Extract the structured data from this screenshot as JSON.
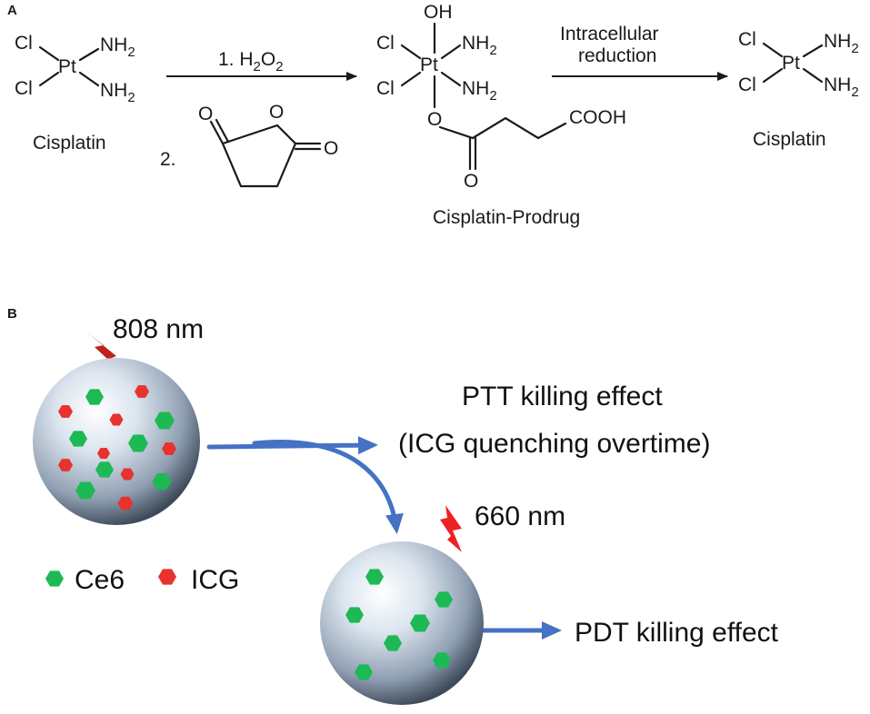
{
  "panel_a": {
    "label": "A",
    "cl": "Cl",
    "pt": "Pt",
    "nh": "NH",
    "sub2": "2",
    "oh": "OH",
    "o": "O",
    "cooh": "COOH",
    "step1_prefix": "1. H",
    "step1_mid": "O",
    "step2": "2.",
    "reduction_line1": "Intracellular",
    "reduction_line2": "reduction",
    "reactant_name": "Cisplatin",
    "intermediate_name": "Cisplatin-Prodrug",
    "product_name": "Cisplatin"
  },
  "panel_b": {
    "label": "B",
    "laser1": "808 nm",
    "laser2": "660 nm",
    "outcome1_line1": "PTT killing effect",
    "outcome1_line2": "(ICG quenching overtime)",
    "outcome2": "PDT killing effect",
    "legend": [
      {
        "label": "Ce6",
        "color": "#1db954"
      },
      {
        "label": "ICG",
        "color": "#e8322d"
      }
    ]
  },
  "colors": {
    "ce6": "#1db954",
    "icg": "#e8322d",
    "arrow": "#4472c4",
    "bolt_dark": "#c0201e",
    "bolt_bright": "#ee2222"
  }
}
